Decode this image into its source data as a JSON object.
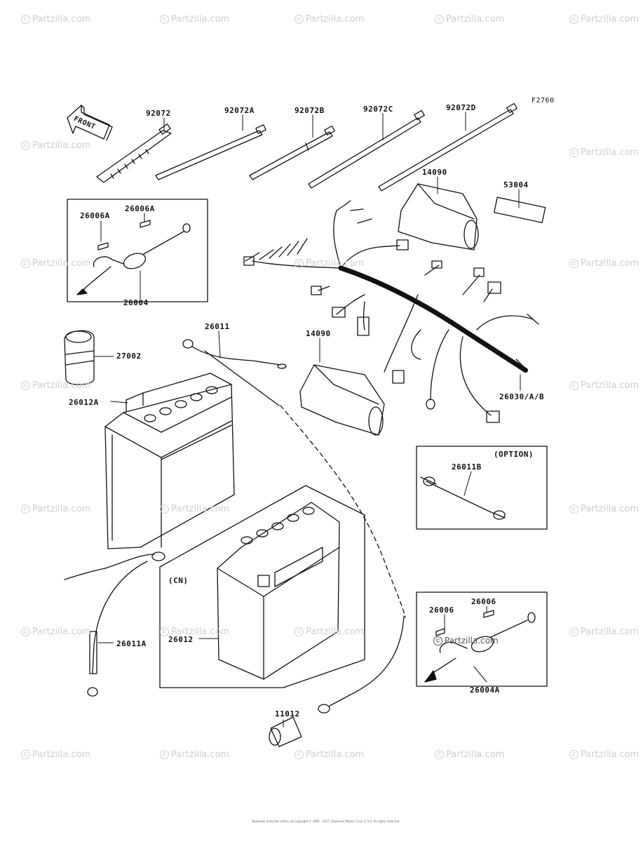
{
  "watermark": {
    "text": "Partzilla.com",
    "symbol": "©"
  },
  "figure_code": "F2760",
  "front_label": "FRONT",
  "copyright": "Kawasaki materials within; all copyright © 1995 - 2017, Kawasaki Motors Corp. U.S.A. All rights reserved.",
  "parts": [
    {
      "id": "92072"
    },
    {
      "id": "92072A"
    },
    {
      "id": "92072B"
    },
    {
      "id": "92072C"
    },
    {
      "id": "92072D"
    },
    {
      "id": "14090"
    },
    {
      "id": "53004"
    },
    {
      "id": "26006A"
    },
    {
      "id": "26006A"
    },
    {
      "id": "26004"
    },
    {
      "id": "26011"
    },
    {
      "id": "27002"
    },
    {
      "id": "14090"
    },
    {
      "id": "26012A"
    },
    {
      "id": "26030/A/B"
    },
    {
      "id": "(OPTION)"
    },
    {
      "id": "26011B"
    },
    {
      "id": "(CN)"
    },
    {
      "id": "26012"
    },
    {
      "id": "26011A"
    },
    {
      "id": "26006"
    },
    {
      "id": "26006"
    },
    {
      "id": "26004A"
    },
    {
      "id": "11012"
    }
  ]
}
